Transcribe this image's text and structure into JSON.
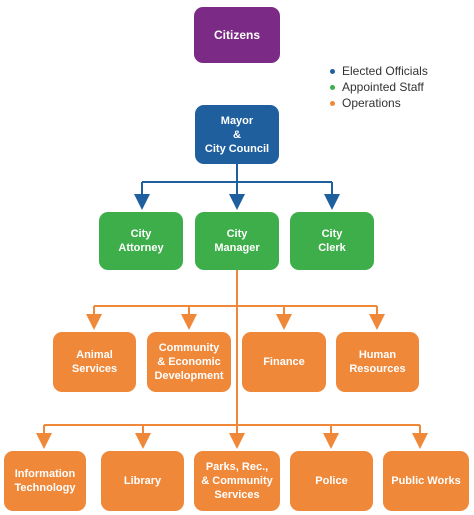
{
  "colors": {
    "elected": "#1f5f9e",
    "appointed": "#3dae49",
    "operations": "#f0883a",
    "top": "#7b2a86"
  },
  "legend": [
    {
      "label": "Elected Officials",
      "color": "#1f5f9e"
    },
    {
      "label": "Appointed Staff",
      "color": "#3dae49"
    },
    {
      "label": "Operations",
      "color": "#f0883a"
    }
  ],
  "nodes": {
    "citizens": "Citizens",
    "mayor": "Mayor\n&\nCity Council",
    "attorney": "City\nAttorney",
    "manager": "City\nManager",
    "clerk": "City\nClerk",
    "animal": "Animal\nServices",
    "community": "Community\n& Economic\nDevelopment",
    "finance": "Finance",
    "hr": "Human\nResources",
    "it": "Information\nTechnology",
    "library": "Library",
    "parks": "Parks, Rec.,\n& Community\nServices",
    "police": "Police",
    "publicworks": "Public Works"
  }
}
